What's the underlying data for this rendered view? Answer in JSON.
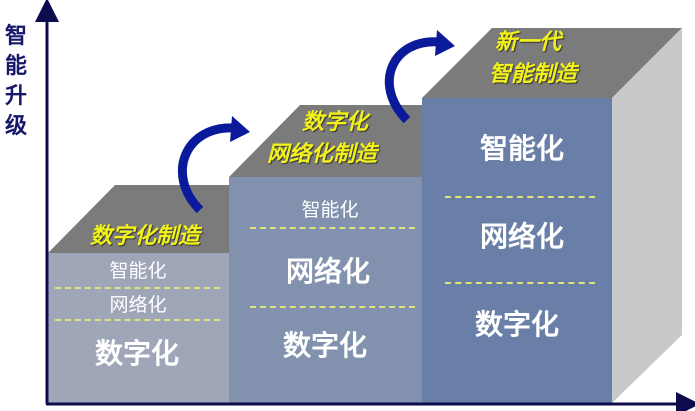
{
  "y_axis_label": "智能升级",
  "stages": [
    {
      "top": [
        "数字化制造"
      ],
      "layers": [
        "智能化",
        "网络化",
        "数字化"
      ]
    },
    {
      "top": [
        "数字化",
        "网络化制造"
      ],
      "layers": [
        "智能化",
        "网络化",
        "数字化"
      ]
    },
    {
      "top": [
        "新一代",
        "智能制造"
      ],
      "layers": [
        "智能化",
        "网络化",
        "数字化"
      ]
    }
  ],
  "colors": {
    "axis": "#0d0d4d",
    "arrow": "#0a1a9a",
    "label": "#f2f21a"
  }
}
